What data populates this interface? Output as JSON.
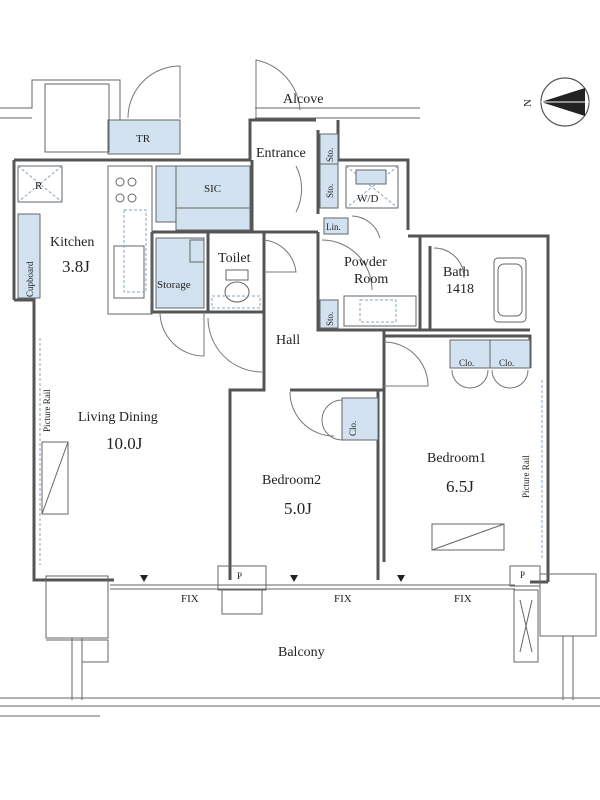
{
  "plan": {
    "rooms": {
      "alcove": "Alcove",
      "entrance": "Entrance",
      "kitchen": "Kitchen",
      "kitchen_size": "3.8J",
      "toilet": "Toilet",
      "powder_room_line1": "Powder",
      "powder_room_line2": "Room",
      "bath": "Bath",
      "bath_size": "1418",
      "hall": "Hall",
      "living_dining": "Living Dining",
      "living_dining_size": "10.0J",
      "bedroom2": "Bedroom2",
      "bedroom2_size": "5.0J",
      "bedroom1": "Bedroom1",
      "bedroom1_size": "6.5J",
      "balcony": "Balcony"
    },
    "fixtures": {
      "tr": "TR",
      "sic": "SIC",
      "refrigerator": "R",
      "storage": "Storage",
      "cupboard": "Cupboard",
      "washer_dryer": "W/D",
      "linen": "Lin.",
      "sto_entrance_1": "Sto.",
      "sto_entrance_2": "Sto.",
      "sto_hall": "Sto.",
      "closet_bed2": "Clo.",
      "closet_bed1_a": "Clo.",
      "closet_bed1_b": "Clo.",
      "picture_rail_left": "Picture Rail",
      "picture_rail_right": "Picture Rail",
      "pipe_space_1": "P",
      "pipe_space_2": "P",
      "fix_1": "FIX",
      "fix_2": "FIX",
      "fix_3": "FIX"
    },
    "compass": {
      "north_label": "N"
    }
  }
}
